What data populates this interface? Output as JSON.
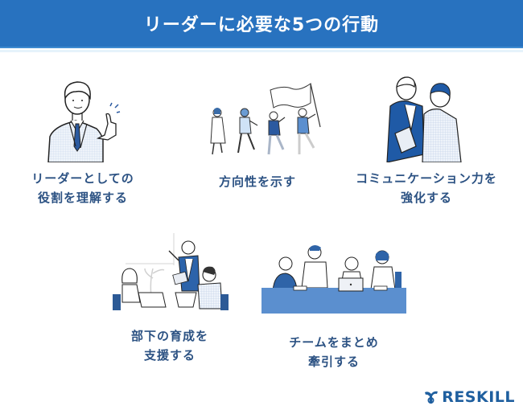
{
  "header": {
    "title": "リーダーに必要な5つの行動",
    "background_color": "#2872bf"
  },
  "items": [
    {
      "illustration": "businessman-thumbs-up",
      "caption_line1": "リーダーとしての",
      "caption_line2": "役割を理解する"
    },
    {
      "illustration": "people-marching-with-flag",
      "caption_line1": "方向性を示す",
      "caption_line2": ""
    },
    {
      "illustration": "two-colleagues-tablet",
      "caption_line1": "コミュニケーション力を",
      "caption_line2": "強化する"
    },
    {
      "illustration": "mentor-presenting-to-team",
      "caption_line1": "部下の育成を",
      "caption_line2": "支援する"
    },
    {
      "illustration": "team-meeting-table",
      "caption_line1": "チームをまとめ",
      "caption_line2": "牽引する"
    }
  ],
  "caption_color": "#2c5283",
  "logo": {
    "text": "RESKILL",
    "color": "#1f5f9f"
  }
}
